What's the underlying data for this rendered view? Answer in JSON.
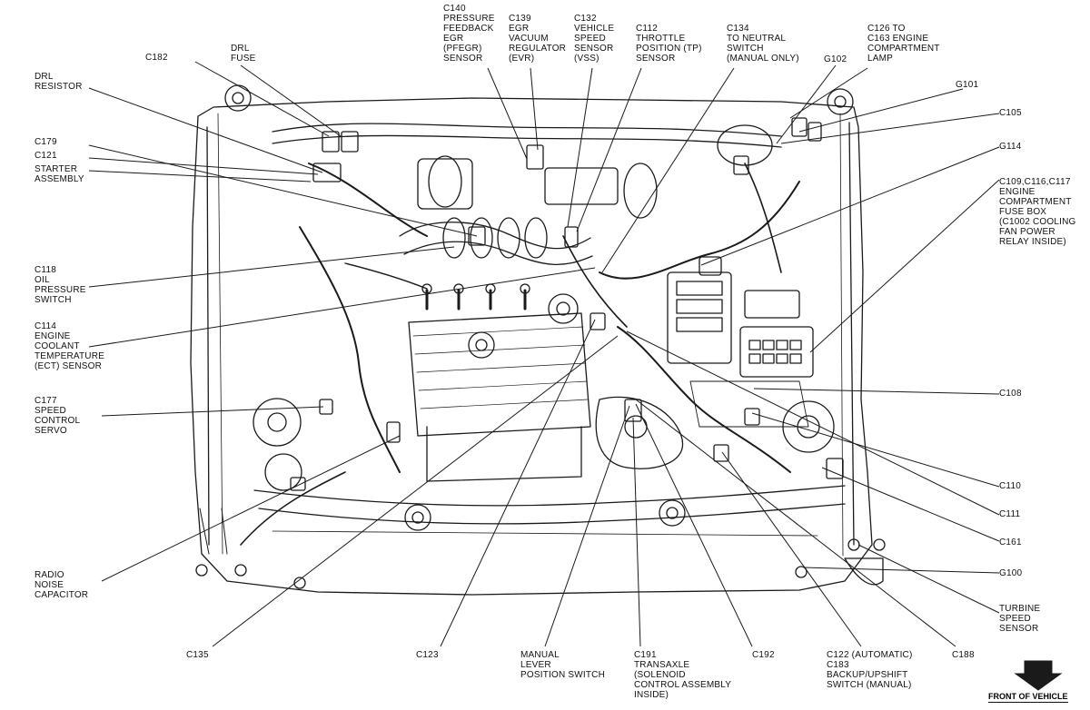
{
  "diagram": {
    "line_color": "#1a1a1a",
    "labels": {
      "c140": "C140\nPRESSURE\nFEEDBACK\nEGR\n(PFEGR)\nSENSOR",
      "c139": "C139\nEGR\nVACUUM\nREGULATOR\n(EVR)",
      "c132": "C132\nVEHICLE\nSPEED\nSENSOR\n(VSS)",
      "c112": "C112\nTHROTTLE\nPOSITION (TP)\nSENSOR",
      "c134": "C134\nTO NEUTRAL\nSWITCH\n(MANUAL ONLY)",
      "c126": "C126 TO\nC163 ENGINE\nCOMPARTMENT\nLAMP",
      "drl_fuse": "DRL\nFUSE",
      "c182": "C182",
      "g102": "G102",
      "g101": "G101",
      "drl_resistor": "DRL\nRESISTOR",
      "c105": "C105",
      "c179": "C179",
      "c121": "C121",
      "starter": "STARTER\nASSEMBLY",
      "g114": "G114",
      "c109": "C109,C116,C117\nENGINE\nCOMPARTMENT\nFUSE BOX\n(C1002 COOLING\nFAN POWER\nRELAY INSIDE)",
      "c118": "C118\nOIL\nPRESSURE\nSWITCH",
      "c114": "C114\nENGINE\nCOOLANT\nTEMPERATURE\n(ECT) SENSOR",
      "c108": "C108",
      "c177": "C177\nSPEED\nCONTROL\nSERVO",
      "c110": "C110",
      "c111": "C111",
      "c161": "C161",
      "g100": "G100",
      "radio": "RADIO\nNOISE\nCAPACITOR",
      "turbine": "TURBINE\nSPEED\nSENSOR",
      "c135": "C135",
      "c123": "C123",
      "manual_lever": "MANUAL\nLEVER\nPOSITION SWITCH",
      "c191": "C191\nTRANSAXLE\n(SOLENOID\nCONTROL ASSEMBLY\nINSIDE)",
      "c192": "C192",
      "c122": "C122 (AUTOMATIC)\nC183\nBACKUP/UPSHIFT\nSWITCH (MANUAL)",
      "c188": "C188",
      "front": "FRONT OF VEHICLE"
    }
  }
}
